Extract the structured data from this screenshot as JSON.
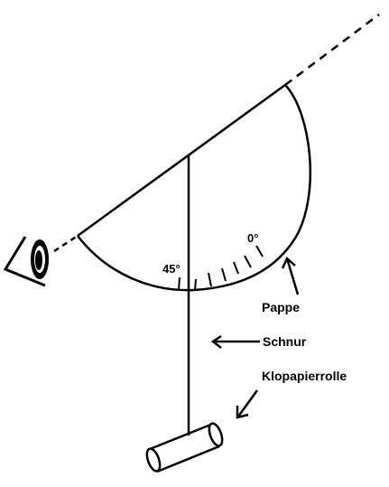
{
  "diagram": {
    "labels": {
      "zero_degree": "0°",
      "forty_five_degree": "45°",
      "cardboard": "Pappe",
      "string": "Schnur",
      "toilet_roll": "Klopapierrolle"
    },
    "colors": {
      "stroke": "#000000",
      "background": "#ffffff"
    }
  }
}
